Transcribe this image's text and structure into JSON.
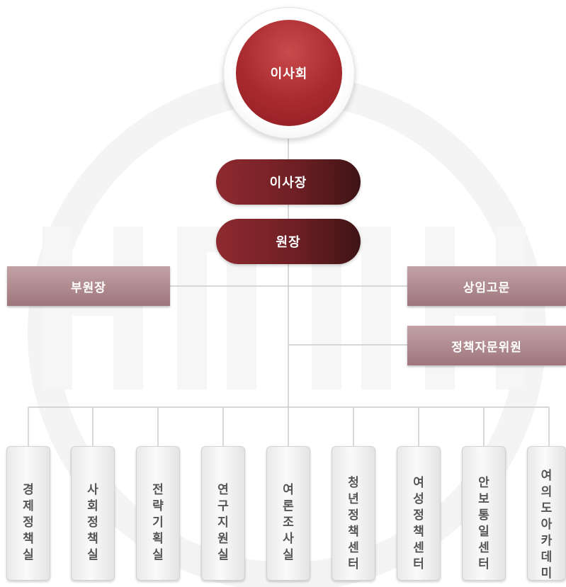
{
  "board": {
    "label": "이사회"
  },
  "chairman": {
    "label": "이사장"
  },
  "president": {
    "label": "원장"
  },
  "vice_president": {
    "label": "부원장"
  },
  "senior_advisor": {
    "label": "상임고문"
  },
  "policy_committee": {
    "label": "정책자문위원"
  },
  "departments": [
    {
      "label": "경제정책실"
    },
    {
      "label": "사회정책실"
    },
    {
      "label": "전략기획실"
    },
    {
      "label": "연구지원실"
    },
    {
      "label": "여론조사실"
    },
    {
      "label": "청년정책센터"
    },
    {
      "label": "여성정책센터"
    },
    {
      "label": "안보통일센터"
    },
    {
      "label": "여의도아카데미"
    }
  ],
  "colors": {
    "board": "#a92a2e",
    "executive": "#6e1f24",
    "side_box": "#ae878b",
    "connector": "#cccccc",
    "dept_text": "#555555"
  }
}
